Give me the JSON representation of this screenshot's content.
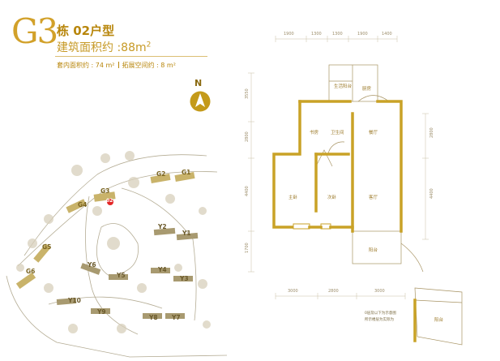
{
  "header": {
    "tower": "G3",
    "unit_title": "栋 02户型",
    "area_label": "建筑面积约 :88m",
    "area_sup": "2",
    "inner_area": "套内面积约 : 74 m²",
    "extended_space": "拓展空间约 : 8 m²"
  },
  "compass": {
    "label": "N"
  },
  "site_map": {
    "buildings": [
      "G2",
      "G1",
      "G3",
      "G4",
      "G5",
      "G6",
      "Y2",
      "Y1",
      "Y6",
      "Y5",
      "Y4",
      "Y3",
      "Y10",
      "Y9",
      "Y8",
      "Y7"
    ],
    "highlight": "02",
    "highlight_color": "#e32626"
  },
  "floor_plan": {
    "dims_top": [
      "1900",
      "1300",
      "1300",
      "1900",
      "1400"
    ],
    "dims_left": [
      "3550",
      "2800",
      "4400",
      "1700"
    ],
    "dims_right": [
      "2800",
      "4400"
    ],
    "dims_bottom": [
      "3000",
      "2800",
      "3000"
    ],
    "rooms": {
      "kitchen": "厨房",
      "dining": "餐厅",
      "study": "书房",
      "bath": "卫生间",
      "master": "主卧",
      "second": "次卧",
      "living": "客厅",
      "balcony": "阳台",
      "balcony2": "阳台",
      "aux": "生活阳台"
    },
    "note": [
      "0层及以下为示意图",
      "所示楼层为实际为"
    ],
    "wall_color": "#c9a227"
  }
}
